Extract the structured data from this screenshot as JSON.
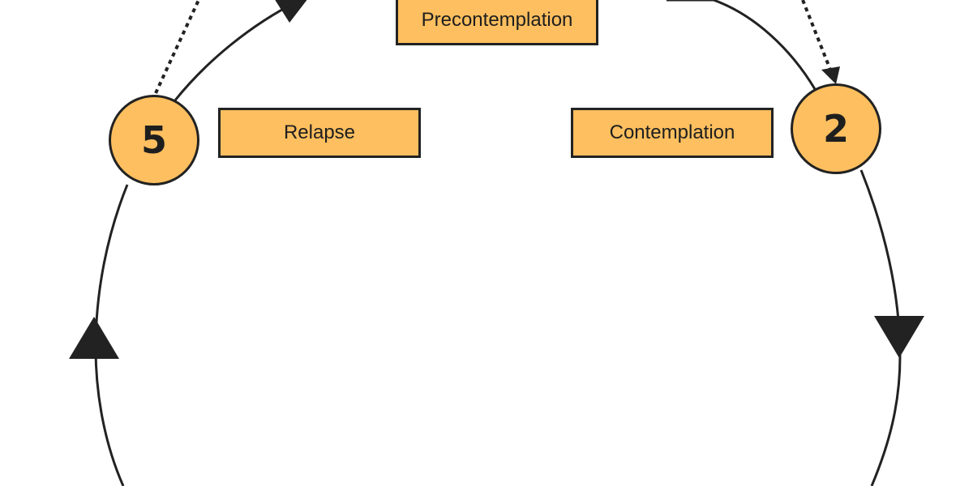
{
  "colors": {
    "fill": "#fdbf5f",
    "stroke": "#222222",
    "background": "#ffffff"
  },
  "stages": {
    "precontemplation": {
      "label": "Precontemplation"
    },
    "relapse": {
      "label": "Relapse"
    },
    "contemplation": {
      "label": "Contemplation"
    }
  },
  "markers": {
    "relapse_number": "5",
    "contemplation_number": "2"
  }
}
